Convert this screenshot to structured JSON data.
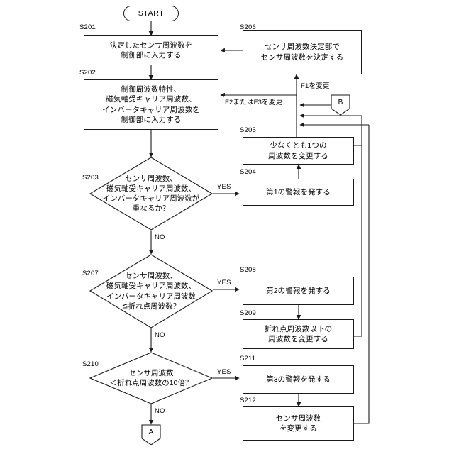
{
  "diagram": {
    "title": "Sensor frequency decision flowchart",
    "line_color": "#1a1a1a",
    "background": "#ffffff"
  },
  "terminators": {
    "start": "START"
  },
  "connectors": {
    "a": "A",
    "b": "B"
  },
  "steps": [
    {
      "id": "S201",
      "label": "決定したセンサ周波数を\n制御部に入力する"
    },
    {
      "id": "S202",
      "label": "制御周波数特性、\n磁気軸受キャリア周波数、\nインバータキャリア周波数を\n制御部に入力する"
    },
    {
      "id": "S203",
      "label": "センサ周波数、\n磁気軸受キャリア周波数、\nインバータキャリア周波数が\n重なるか？"
    },
    {
      "id": "S204",
      "label": "第1の警報を発する"
    },
    {
      "id": "S205",
      "label": "少なくとも1つの\n周波数を変更する"
    },
    {
      "id": "S206",
      "label": "センサ周波数決定部で\nセンサ周波数を決定する"
    },
    {
      "id": "S207",
      "label": "センサ周波数、\n磁気軸受キャリア周波数、\nインバータキャリア周波数\n≦折れ点周波数？"
    },
    {
      "id": "S208",
      "label": "第2の警報を発する"
    },
    {
      "id": "S209",
      "label": "折れ点周波数以下の\n周波数を変更する"
    },
    {
      "id": "S210",
      "label": "センサ周波数\n＜折れ点周波数の10倍？"
    },
    {
      "id": "S211",
      "label": "第3の警報を発する"
    },
    {
      "id": "S212",
      "label": "センサ周波数\nを変更する"
    }
  ],
  "edge_labels": {
    "yes_s203": "YES",
    "no_s203": "NO",
    "yes_s207": "YES",
    "no_s207": "NO",
    "yes_s210": "YES",
    "no_s210": "NO",
    "change_f1": "F1を変更",
    "change_f2_f3": "F2またはF3を変更"
  }
}
